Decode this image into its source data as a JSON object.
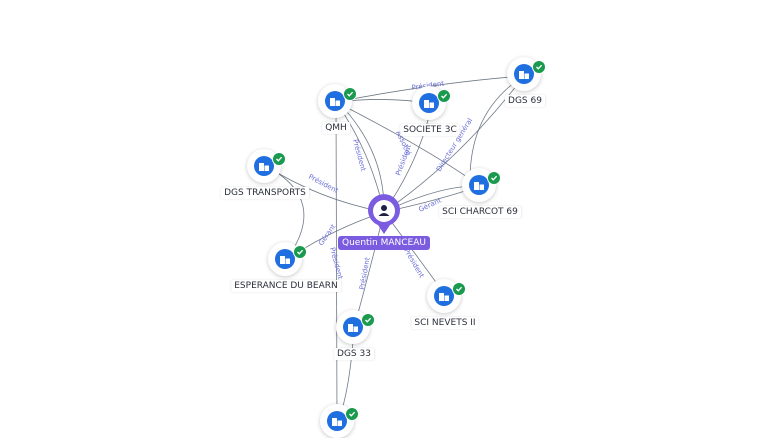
{
  "center": {
    "name": "Quentin MANCEAU",
    "icon": "person-icon",
    "color": "#7b5ce0"
  },
  "companies": [
    {
      "key": "qmh",
      "name": "QMH",
      "icon": "company-building-icon",
      "verified": true
    },
    {
      "key": "societe3c",
      "name": "SOCIETE 3C",
      "icon": "company-building-icon",
      "verified": true
    },
    {
      "key": "dgs69",
      "name": "DGS 69",
      "icon": "company-building-icon",
      "verified": true
    },
    {
      "key": "dgstransports",
      "name": "DGS TRANSPORTS",
      "icon": "company-building-icon",
      "verified": true
    },
    {
      "key": "scicharcot",
      "name": "SCI CHARCOT 69",
      "icon": "company-building-icon",
      "verified": true
    },
    {
      "key": "esperance",
      "name": "ESPERANCE DU BEARN",
      "icon": "company-building-icon",
      "verified": true
    },
    {
      "key": "scinevets",
      "name": "SCI NEVETS II",
      "icon": "company-building-icon",
      "verified": true
    },
    {
      "key": "dgs33",
      "name": "DGS 33",
      "icon": "company-building-icon",
      "verified": true
    },
    {
      "key": "bottom",
      "name": "",
      "icon": "company-building-icon",
      "verified": true
    }
  ],
  "edge_labels": {
    "president": "Président",
    "directeur": "Directeur général",
    "gerant": "Gérant",
    "associe": "Associé"
  },
  "colors": {
    "company": "#1f6fe0",
    "verified": "#1a9a4e",
    "edge_label": "#6a6fd8"
  }
}
